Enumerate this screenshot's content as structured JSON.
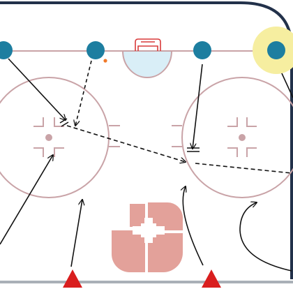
{
  "rink": {
    "board_color": "#22314a",
    "ice_color": "#ffffff",
    "line_color": "#c9a3a7",
    "crease_color": "#d9eef7",
    "net_color": "#d93a3a",
    "bottom_line_color": "#a9b0b7"
  },
  "players": {
    "color": "#1d7ea0",
    "highlight_color": "#f6eea0",
    "highlighted_player": "player-4"
  },
  "puck": {
    "color": "#f07a2a"
  },
  "cones": {
    "color": "#d91e1e"
  },
  "arrows": {
    "color": "#111111",
    "styles": [
      "solid",
      "dashed"
    ]
  },
  "logo": {
    "color": "#e3a19a"
  }
}
